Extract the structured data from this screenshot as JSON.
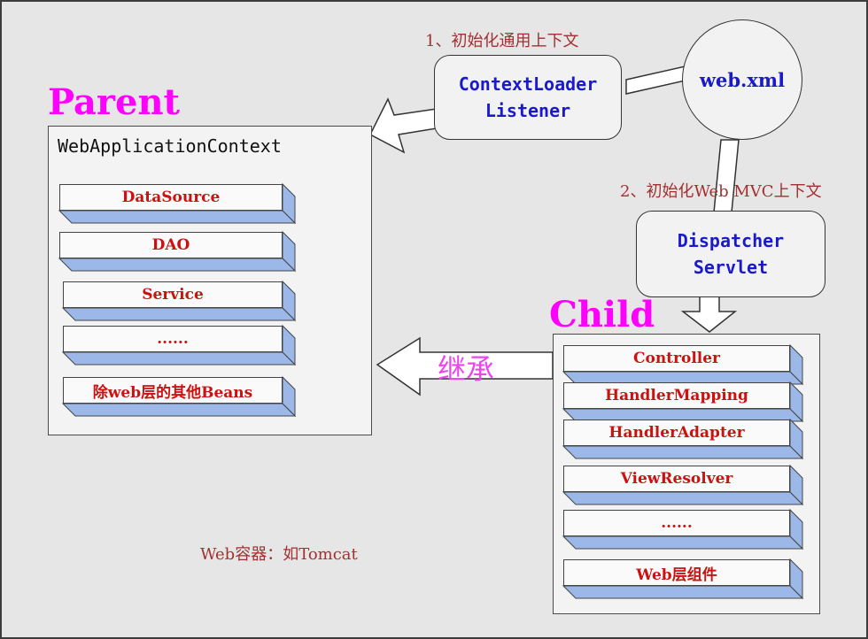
{
  "parent": {
    "title": "Parent",
    "context_title": "WebApplicationContext",
    "items": [
      "DataSource",
      "DAO",
      "Service",
      "......",
      "除web层的其他Beans"
    ]
  },
  "child": {
    "title": "Child",
    "items": [
      "Controller",
      "HandlerMapping",
      "HandlerAdapter",
      "ViewResolver",
      "......",
      "Web层组件"
    ]
  },
  "nodes": {
    "context_loader_line1": "ContextLoader",
    "context_loader_line2": "Listener",
    "web_xml": "web.xml",
    "dispatcher_line1": "Dispatcher",
    "dispatcher_line2": "Servlet"
  },
  "labels": {
    "step1": "1、初始化通用上下文",
    "step2": "2、初始化Web MVC上下文",
    "inherit": "继承",
    "container": "Web容器：如Tomcat"
  },
  "colors": {
    "background": "#e6e6e6",
    "title_magenta": "#ff00ff",
    "node_text_blue": "#1a1acc",
    "bean_text_red": "#cc1111",
    "bar_side_blue": "#9bb8e8",
    "note_text": "#a23030"
  }
}
